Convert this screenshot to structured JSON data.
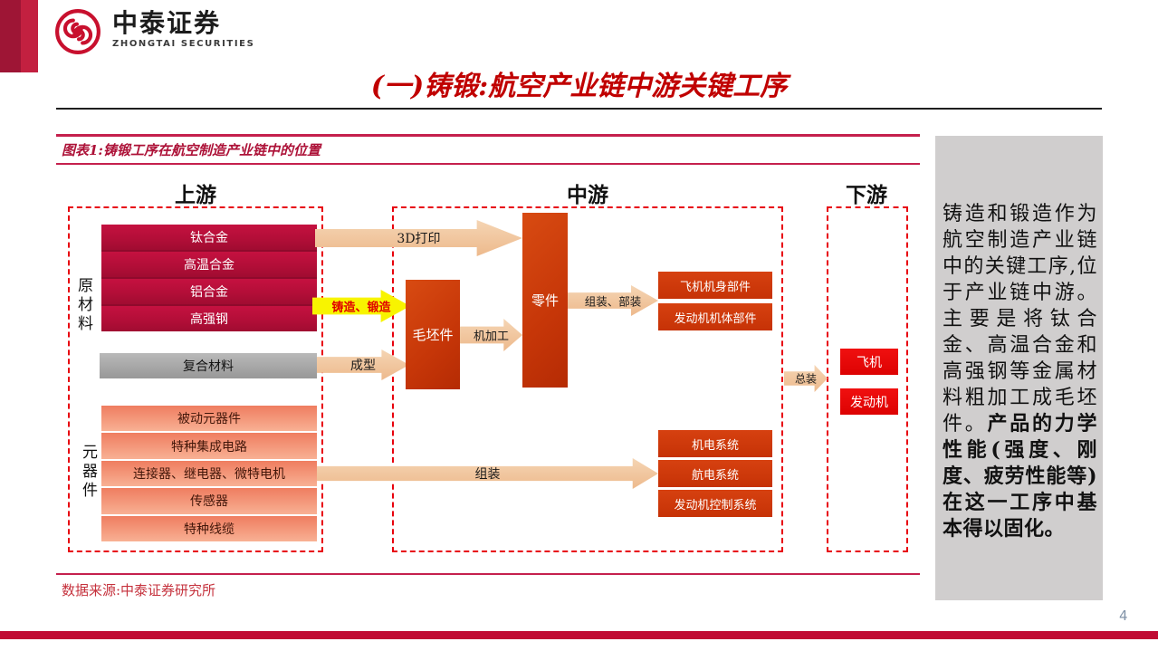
{
  "page": {
    "logo_zh": "中泰证券",
    "logo_en": "ZHONGTAI SECURITIES",
    "title": "(一)铸锻:航空产业链中游关键工序",
    "figure_title": "图表1:铸锻工序在航空制造产业链中的位置",
    "source": "数据来源:中泰证券研究所",
    "page_number": "4"
  },
  "sections": {
    "upstream": "上游",
    "midstream": "中游",
    "downstream": "下游"
  },
  "upstream": {
    "materials_label": "原材料",
    "materials": [
      "钛合金",
      "高温合金",
      "铝合金",
      "高强钢"
    ],
    "composite": "复合材料",
    "components_label": "元器件",
    "components": [
      "被动元器件",
      "特种集成电路",
      "连接器、继电器、微特电机",
      "传感器",
      "特种线缆"
    ]
  },
  "midstream": {
    "blank_part": "毛坯件",
    "part": "零件",
    "outputs": [
      "飞机机身部件",
      "发动机机体部件"
    ],
    "systems": [
      "机电系统",
      "航电系统",
      "发动机控制系统"
    ]
  },
  "downstream": {
    "products": [
      "飞机",
      "发动机"
    ]
  },
  "arrows": {
    "printing_3d": "3D打印",
    "casting_forging": "铸造、锻造",
    "forming": "成型",
    "machining": "机加工",
    "assembly_sub": "组装、部装",
    "assembly": "组装",
    "final_assembly": "总装"
  },
  "sidebar": {
    "text_normal": "铸造和锻造作为航空制造产业链中的关键工序,位于产业链中游。主要是将钛合金、高温合金和高强钢等金属材料粗加工成毛坯件。",
    "text_bold": "产品的力学性能(强度、刚度、疲劳性能等)在这一工序中基本得以固化。"
  },
  "colors": {
    "brand_red": "#c8102e",
    "title_red": "#c00000",
    "dashed_border": "#e8000d",
    "crimson_box": "#b30e38",
    "salmon_box": "#f4997c",
    "process_orange": "#c63608",
    "bright_red": "#e60505",
    "peach_arrow": "#f0c49e",
    "yellow_arrow": "#f8f400",
    "sidebar_gray": "#d0cece",
    "footer_bar": "#c00a32"
  }
}
